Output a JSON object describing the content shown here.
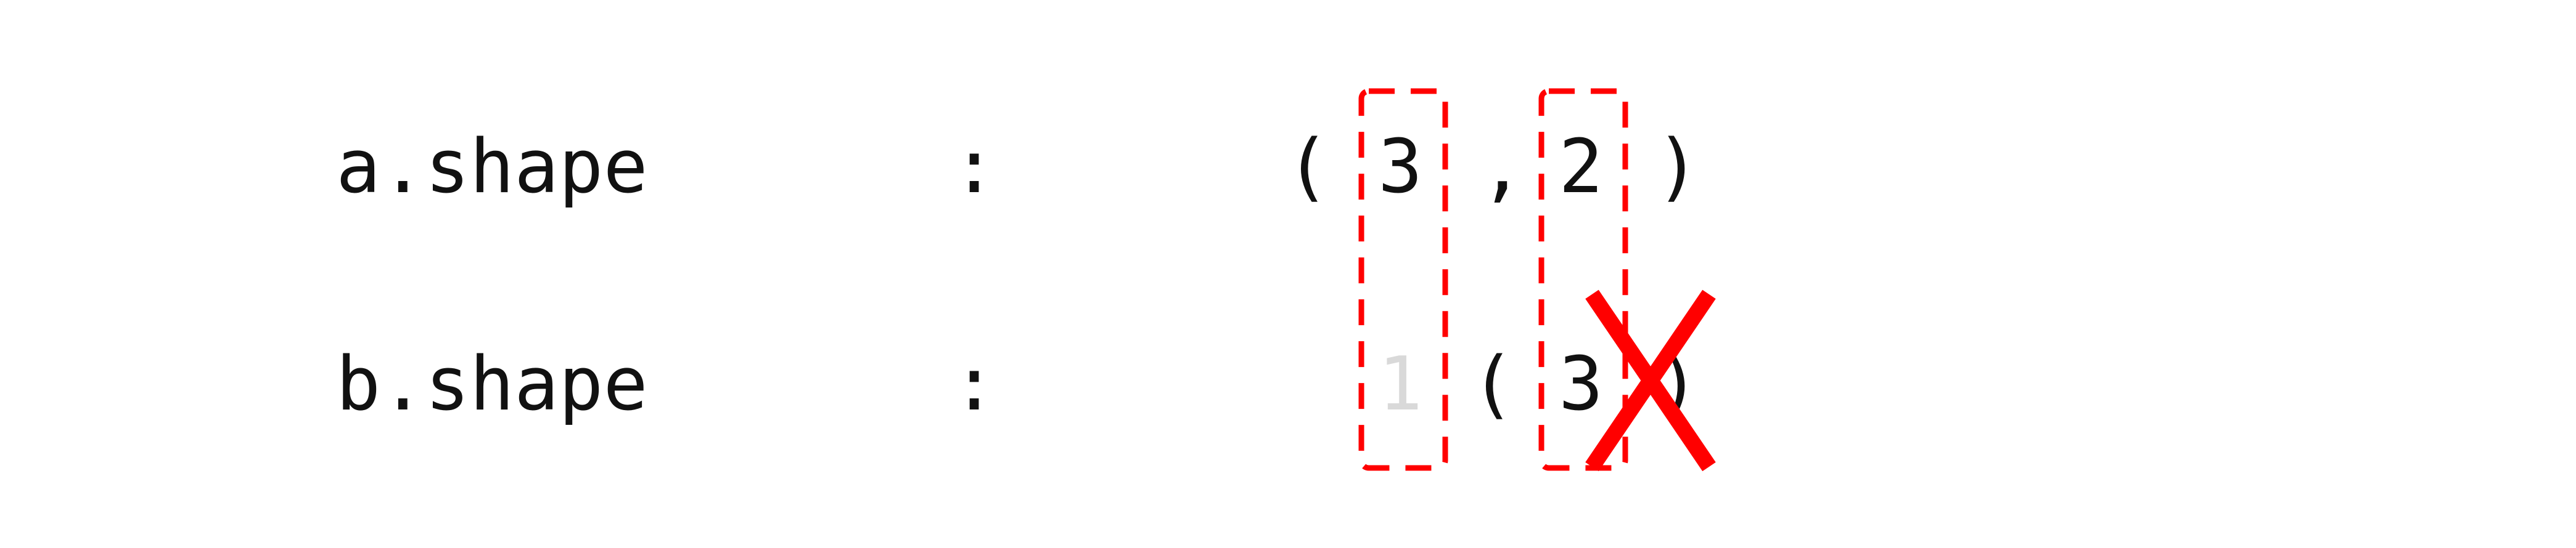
{
  "rows": [
    {
      "label": "a.shape",
      "colon": ":",
      "open": "(",
      "dim1": "3",
      "comma": ",",
      "dim2": "2",
      "close": ")"
    },
    {
      "label": "b.shape",
      "colon": ":",
      "placeholder": "1",
      "open": "(",
      "dim1": "3",
      "close": ")"
    }
  ],
  "colors": {
    "text": "#111111",
    "placeholder": "#d9d9d9",
    "highlight": "#ff0000",
    "background": "#ffffff"
  },
  "marks": {
    "column-1": "dashed-box",
    "column-2": "dashed-box",
    "mismatch": "cross-icon"
  }
}
